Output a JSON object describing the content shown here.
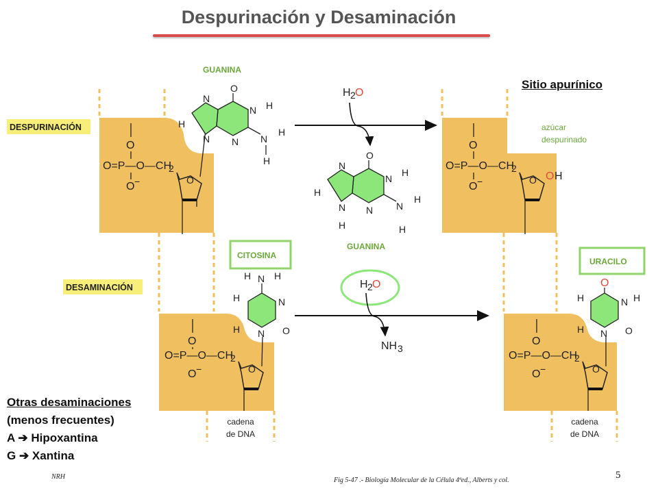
{
  "slide": {
    "title": "Despurinación y Desaminación",
    "callout": "Sitio apurínico",
    "footer_left": "NRH",
    "citation": "Fig 5-47 .- Biología Molecular de la Célula 4ªed., Alberts y col.",
    "page_number": "5"
  },
  "labels": {
    "despurinacion": "DESPURINACIÓN",
    "desaminacion": "DESAMINACIÓN",
    "guanina_top": "GUANINA",
    "guanina_mid": "GUANINA",
    "citosina": "CITOSINA",
    "uracilo": "URACILO",
    "azucar_1": "azúcar",
    "azucar_2": "despurinado",
    "cadena_1a": "cadena",
    "cadena_1b": "de DNA",
    "cadena_2a": "cadena",
    "cadena_2b": "de DNA"
  },
  "notes": {
    "heading": "Otras desaminaciones",
    "subheading": "(menos frecuentes)",
    "item_a": "A ➔ Hipoxantina",
    "item_g": "G ➔ Xantina"
  },
  "colors": {
    "backbone": "#f0c060",
    "label_bg": "#f7ef7a",
    "green_box": "#8fd46a",
    "ring_green": "#8ce67a",
    "red_atom": "#e0483a",
    "base_label": "#6aa83a",
    "title_rule": "#d94b4b"
  }
}
